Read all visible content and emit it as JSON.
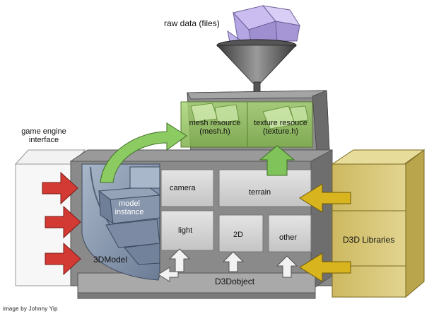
{
  "labels": {
    "raw_data": "raw data (files)",
    "mesh_resource": "mesh resource",
    "mesh_file": "(mesh.h)",
    "texture_resource": "texture resouce",
    "texture_file": "(texture.h)",
    "game_engine_interface_1": "game engine",
    "game_engine_interface_2": "interface",
    "camera": "camera",
    "terrain": "terrain",
    "model_instance_1": "model",
    "model_instance_2": "instance",
    "light": "light",
    "two_d": "2D",
    "other": "other",
    "three_d_model": "3DModel",
    "d3d_object": "D3Dobject",
    "d3d_libraries": "D3D Libraries"
  },
  "credit": "image by Johnny Yip",
  "colors": {
    "raw_data_cubes": "#b7a8dd",
    "resource_boxes": "#8fbf5a",
    "green_arrow": "#7fc35a",
    "red_arrow": "#d23a33",
    "gold_arrow": "#d8b41e",
    "libraries_box": "#d8c877",
    "model_panel": "#7e8fa6",
    "grey_box": "#d6d6d6",
    "dark_grey": "#5f5f5f"
  },
  "icons": [
    "funnel-icon",
    "red-arrow-icon",
    "green-arrow-icon",
    "gold-arrow-icon",
    "white-arrow-icon"
  ]
}
